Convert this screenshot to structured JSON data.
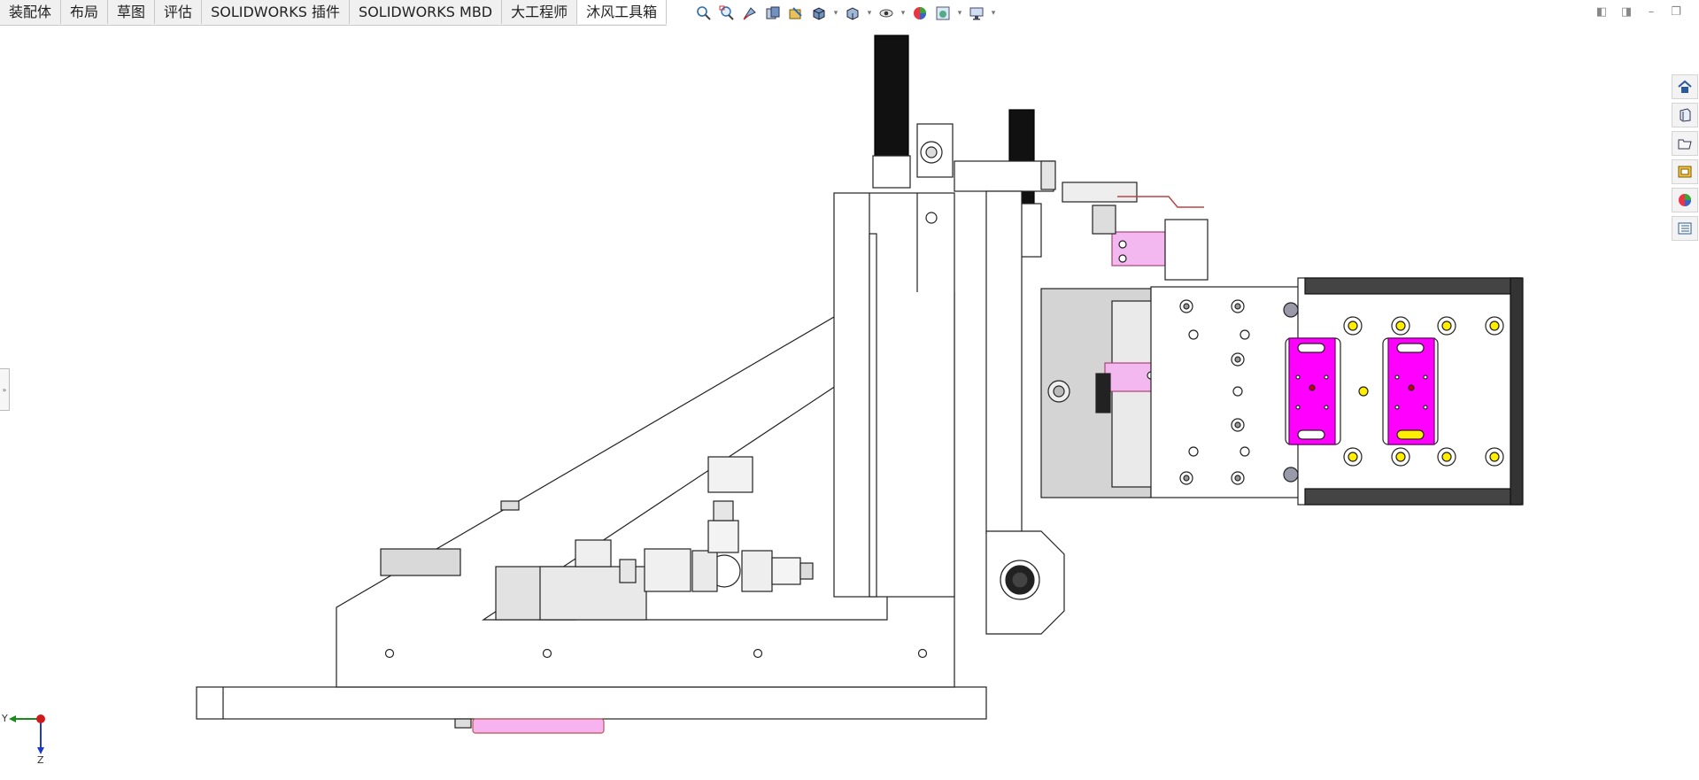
{
  "tabs": [
    {
      "label": "装配体",
      "active": false
    },
    {
      "label": "布局",
      "active": false
    },
    {
      "label": "草图",
      "active": false
    },
    {
      "label": "评估",
      "active": false
    },
    {
      "label": "SOLIDWORKS 插件",
      "active": false
    },
    {
      "label": "SOLIDWORKS MBD",
      "active": false
    },
    {
      "label": "大工程师",
      "active": false
    },
    {
      "label": "沐风工具箱",
      "active": true
    }
  ],
  "view_toolbar": {
    "icons": [
      "zoom-to-fit-icon",
      "zoom-to-area-icon",
      "previous-view-icon",
      "section-view-icon",
      "dynamic-annotation-icon",
      "view-orientation-icon",
      "display-style-icon",
      "hide-show-items-icon",
      "edit-appearance-icon",
      "apply-scene-icon",
      "view-settings-icon"
    ]
  },
  "window_controls": [
    "tile-left-icon",
    "tile-right-icon",
    "minimize-icon",
    "restore-icon"
  ],
  "task_pane": [
    "home-icon",
    "design-library-icon",
    "file-explorer-icon",
    "view-palette-icon",
    "appearances-icon",
    "custom-properties-icon"
  ],
  "triad": {
    "y_label": "Y",
    "z_label": "Z"
  },
  "colors": {
    "part_magenta": "#ff00ff",
    "part_pink": "#f4b8f0",
    "part_black": "#111111",
    "hole_yellow": "#ffee00",
    "body_gray": "#d8d8d8"
  }
}
